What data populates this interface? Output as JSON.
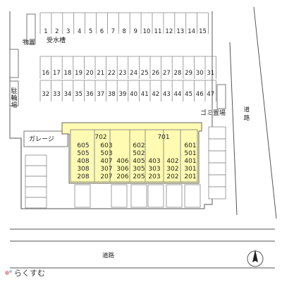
{
  "parking": {
    "top_row": [
      "1",
      "2",
      "3",
      "4",
      "5",
      "6",
      "7",
      "8",
      "9",
      "10",
      "11",
      "12",
      "13",
      "14",
      "15"
    ],
    "middle_row": [
      "16",
      "17",
      "18",
      "19",
      "20",
      "21",
      "22",
      "23",
      "24",
      "25",
      "26",
      "27",
      "28",
      "29",
      "30",
      "31"
    ],
    "bottom_row": [
      "32",
      "33",
      "34",
      "35",
      "36",
      "37",
      "38",
      "39",
      "40",
      "41",
      "42",
      "43",
      "44",
      "45",
      "46",
      "47"
    ]
  },
  "labels": {
    "water_tank": "受水槽",
    "storage": "物置",
    "bicycle_parking": "駐輪場",
    "garbage": "ゴミ置場",
    "garage": "ガレージ",
    "road_right": "道路",
    "road_bottom": "道路",
    "brand": "らくすむ"
  },
  "building": {
    "top_labels": [
      "702",
      "701"
    ],
    "columns": [
      [
        "605",
        "505",
        "408",
        "308",
        "208"
      ],
      [
        "603",
        "503",
        "407",
        "307",
        "207"
      ],
      [
        "406",
        "306",
        "206"
      ],
      [
        "602",
        "502",
        "405",
        "305",
        "205"
      ],
      [
        "403",
        "303",
        "203"
      ],
      [
        "402",
        "302",
        "202"
      ],
      [
        "601",
        "501",
        "401",
        "301",
        "201"
      ]
    ]
  },
  "colors": {
    "building_fill": "#fffbb3",
    "line": "#666666",
    "lot_line": "#888888"
  },
  "icons": {
    "north_arrow": "north-arrow-icon",
    "brand_logo": "brand-logo-icon"
  }
}
